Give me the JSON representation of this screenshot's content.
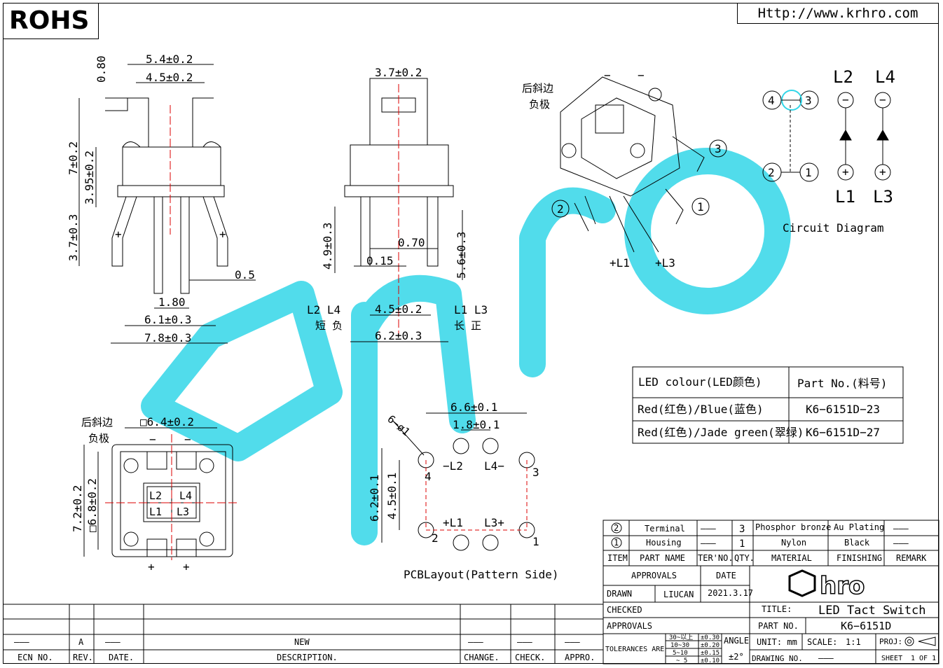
{
  "header": {
    "rohs": "ROHS",
    "url": "Http://www.krhro.com"
  },
  "front_view": {
    "dim_top_outer": "5.4±0.2",
    "dim_top_inner": "4.5±0.2",
    "dim_thick": "0.80",
    "dim_h_total": "7±0.2",
    "dim_h_body": "3.95±0.2",
    "dim_h_pin": "3.7±0.3",
    "dim_pin_w": "0.5",
    "dim_pin_pitch": "1.80",
    "dim_base": "6.1±0.3",
    "dim_base_outer": "7.8±0.3",
    "plus_left": "+",
    "plus_right": "+"
  },
  "side_view": {
    "dim_top": "3.7±0.2",
    "dim_h_left": "4.9±0.3",
    "dim_h_right": "5.6±0.3",
    "dim_070": "0.70",
    "dim_015": "0.15",
    "dim_pitch": "4.5±0.2",
    "dim_outer": "6.2±0.3",
    "left_label": "L2 L4",
    "left_sub": "短 负",
    "right_label": "L1 L3",
    "right_sub": "长 正"
  },
  "iso_view": {
    "label1": "后斜边",
    "label2": "负极",
    "minus1": "−",
    "minus2": "−",
    "c3": "3",
    "c2": "2",
    "c1": "1",
    "pin_l1": "+L1",
    "pin_l3": "+L3"
  },
  "circuit": {
    "n4": "4",
    "n3": "3",
    "n2": "2",
    "n1": "1",
    "top_l2": "L2",
    "top_l4": "L4",
    "bot_l1": "L1",
    "bot_l3": "L3",
    "minus": "−",
    "plus": "+",
    "title": "Circuit Diagram"
  },
  "bottom_view": {
    "label1": "后斜边",
    "label2": "负极",
    "dim_w": "□6.4±0.2",
    "dim_h_outer": "7.2±0.2",
    "dim_h_inner": "□6.8±0.2",
    "q_l2": "L2",
    "q_l4": "L4",
    "q_l1": "L1",
    "q_l3": "L3",
    "minus": "−",
    "plus": "+"
  },
  "pcb": {
    "dim_w": "6.6±0.1",
    "dim_pitch": "1.8±0.1",
    "hole": "6−ø1",
    "dim_h_outer": "6.2±0.1",
    "dim_h_inner": "4.5±0.1",
    "l2": "−L2",
    "l4": "L4−",
    "l1": "+L1",
    "l3": "L3+",
    "n4": "4",
    "n3": "3",
    "n2": "2",
    "n1": "1",
    "title": "PCBLayout(Pattern Side)"
  },
  "parts_table": {
    "headers": [
      "LED colour(LED颜色)",
      "Part No.(料号)"
    ],
    "rows": [
      [
        "Red(红色)/Blue(蓝色)",
        "K6−6151D−23"
      ],
      [
        "Red(红色)/Jade green(翠绿)",
        "K6−6151D−27"
      ]
    ]
  },
  "bom": {
    "rows": [
      [
        "2",
        "Terminal",
        "———",
        "3",
        "Phosphor bronze",
        "Au Plating",
        "———"
      ],
      [
        "1",
        "Housing",
        "———",
        "1",
        "Nylon",
        "Black",
        "———"
      ]
    ],
    "header": [
      "ITEM",
      "PART NAME",
      "TER'NO.",
      "QTY.",
      "MATERIAL",
      "FINISHING",
      "REMARK"
    ]
  },
  "title_block": {
    "approvals": "APPROVALS",
    "date": "DATE",
    "drawn": "DRAWN",
    "drawn_by": "LIUCAN",
    "drawn_date": "2021.3.17",
    "checked": "CHECKED",
    "approvals2": "APPROVALS",
    "title_label": "TITLE:",
    "title": "LED Tact Switch",
    "part_no_label": "PART NO.",
    "part_no": "K6−6151D",
    "tolerances": "TOLERANCES ARE",
    "tol_ranges": [
      "30~以上",
      "10~30",
      "5~10",
      "~ 5"
    ],
    "tol_values": [
      "±0.30",
      "±0.20",
      "±0.15",
      "±0.10"
    ],
    "angle": "ANGLE",
    "angle_val": "±2°",
    "unit": "UNIT: mm",
    "scale": "SCALE:",
    "scale_val": "1:1",
    "proj": "PROJ:",
    "drawing_no": "DRAWING NO.",
    "drawing_no_val": "———",
    "sheet": "SHEET",
    "sheet_val": "1 OF 1",
    "logo": "hro"
  },
  "revision": {
    "row": [
      "———",
      "A",
      "———",
      "NEW",
      "———",
      "———",
      "———"
    ],
    "header": [
      "ECN NO.",
      "REV.",
      "DATE.",
      "DESCRIPTION.",
      "CHANGE.",
      "CHECK.",
      "APPRO."
    ]
  }
}
